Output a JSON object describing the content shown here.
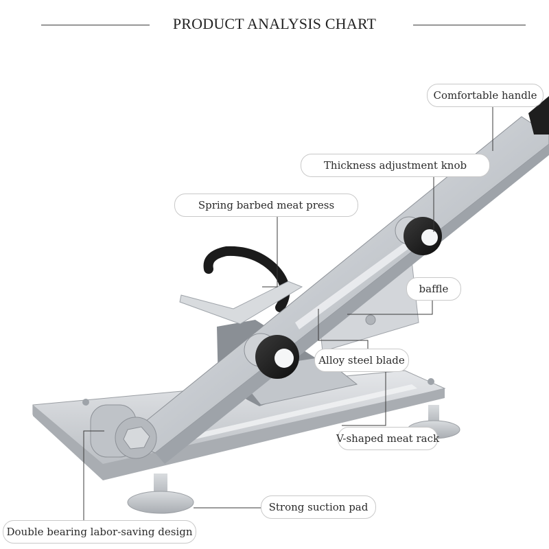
{
  "header": {
    "title": "PRODUCT ANALYSIS CHART"
  },
  "callouts": {
    "comfortable_handle": "Comfortable handle",
    "thickness_knob": "Thickness adjustment knob",
    "spring_press": "Spring barbed meat press",
    "baffle": "baffle",
    "alloy_blade": "Alloy steel blade",
    "v_rack": "V-shaped meat rack",
    "suction_pad": "Strong suction pad",
    "double_bearing": "Double bearing labor-saving design"
  },
  "colors": {
    "background": "#ffffff",
    "steel": "#c9ccd0",
    "rubber": "#1c1c1c",
    "leader_line": "#3a3a3a",
    "label_border": "#c8c8c8"
  }
}
